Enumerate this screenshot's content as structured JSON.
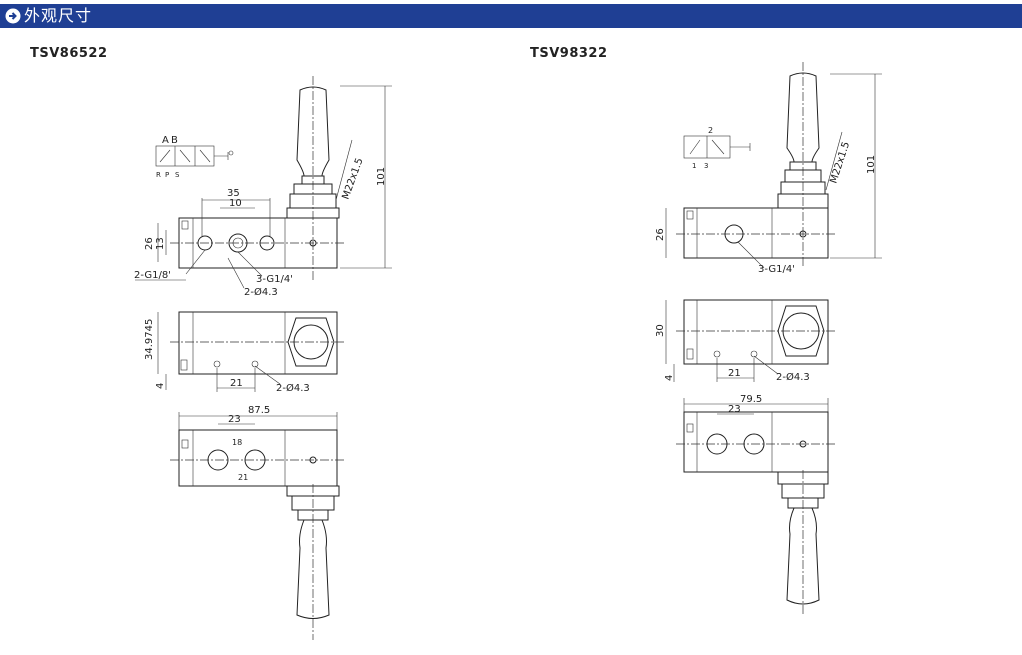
{
  "header": {
    "icon": "arrow-right-circle-icon",
    "title": "外观尺寸",
    "colors": {
      "bar": "#1f3f94",
      "text": "#ffffff"
    }
  },
  "left": {
    "model": "TSV86522",
    "dims": {
      "thread_top": "M22x1.5",
      "overall_height": "101",
      "spacing_outer": "35",
      "spacing_inner": "10",
      "port_left": "2-G1/8'",
      "port_mid": "3-G1/4'",
      "hole_top": "2-Ø4.3",
      "side_height": "34.9745",
      "side_small": "4",
      "side_spacing": "21",
      "hole_side": "2-Ø4.3",
      "bottom_width": "87.5",
      "bottom_spacing": "23",
      "bottom_vert": "18",
      "bottom_small": "21",
      "body_left_a": "26",
      "body_left_b": "13"
    },
    "symbol": {
      "label_a": "A",
      "label_b": "B",
      "ports": [
        "R",
        "P",
        "S"
      ]
    }
  },
  "right": {
    "model": "TSV98322",
    "dims": {
      "thread_top": "M22x1.5",
      "overall_height": "101",
      "body_left": "26",
      "port_mid": "3-G1/4'",
      "side_height": "30",
      "side_small": "4",
      "side_spacing": "21",
      "hole_side": "2-Ø4.3",
      "bottom_width": "79.5",
      "bottom_spacing": "23"
    },
    "symbol": {
      "label_a": "2",
      "ports": [
        "1",
        "3"
      ]
    }
  }
}
